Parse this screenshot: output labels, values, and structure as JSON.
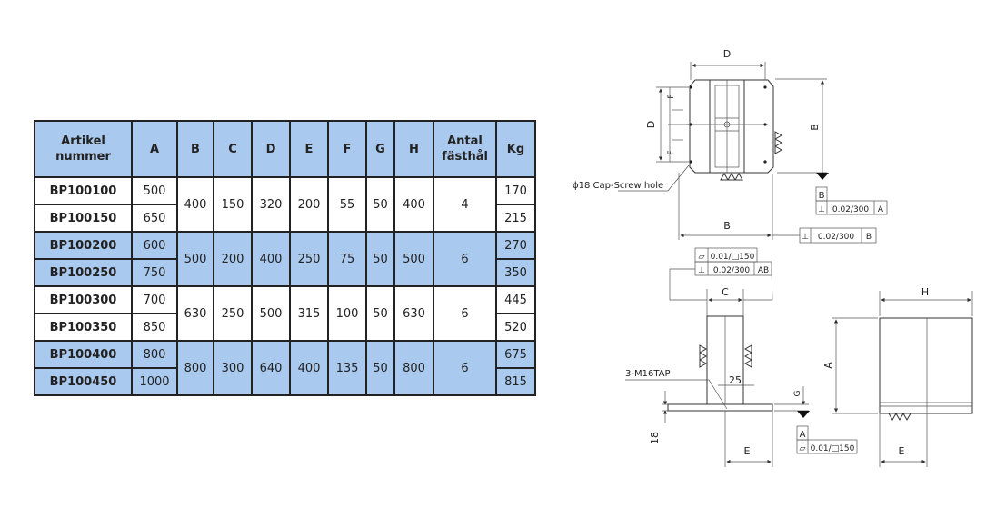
{
  "table": {
    "headers": [
      "Artikel nummer",
      "A",
      "B",
      "C",
      "D",
      "E",
      "F",
      "G",
      "H",
      "Antal fästhål",
      "Kg"
    ],
    "groups": [
      {
        "rows": [
          {
            "id": "BP100100",
            "A": "500",
            "Kg": "170"
          },
          {
            "id": "BP100150",
            "A": "650",
            "Kg": "215"
          }
        ],
        "B": "400",
        "C": "150",
        "D": "320",
        "E": "200",
        "F": "55",
        "G": "50",
        "H": "400",
        "holes": "4"
      },
      {
        "rows": [
          {
            "id": "BP100200",
            "A": "600",
            "Kg": "270"
          },
          {
            "id": "BP100250",
            "A": "750",
            "Kg": "350"
          }
        ],
        "B": "500",
        "C": "200",
        "D": "400",
        "E": "250",
        "F": "75",
        "G": "50",
        "H": "500",
        "holes": "6"
      },
      {
        "rows": [
          {
            "id": "BP100300",
            "A": "700",
            "Kg": "445"
          },
          {
            "id": "BP100350",
            "A": "850",
            "Kg": "520"
          }
        ],
        "B": "630",
        "C": "250",
        "D": "500",
        "E": "315",
        "F": "100",
        "G": "50",
        "H": "630",
        "holes": "6"
      },
      {
        "rows": [
          {
            "id": "BP100400",
            "A": "800",
            "Kg": "675"
          },
          {
            "id": "BP100450",
            "A": "1000",
            "Kg": "815"
          }
        ],
        "B": "800",
        "C": "300",
        "D": "640",
        "E": "400",
        "F": "135",
        "G": "50",
        "H": "800",
        "holes": "6"
      }
    ]
  },
  "drawing": {
    "top_D": "D",
    "top_B_right": "B",
    "left_D": "D",
    "left_F1": "F",
    "left_F2": "F",
    "cap_screw": "ϕ18 Cap-Screw hole",
    "datum_B": "B",
    "perp1_symbol": "⊥",
    "perp1_value": "0.02/300",
    "perp1_ref": "A",
    "bottom_B": "B",
    "perp2_symbol": "⊥",
    "perp2_value": "0.02/300",
    "perp2_ref": "B",
    "flat1_symbol": "▱",
    "flat1_value": "0.01/□150",
    "perp3_symbol": "⊥",
    "perp3_value": "0.02/300",
    "perp3_ref": "AB",
    "front_C": "C",
    "tap": "3-M16TAP",
    "dim_25": "25",
    "dim_G": "G",
    "dim_18": "18",
    "datum_A": "A",
    "flat2_symbol": "▱",
    "flat2_value": "0.01/□150",
    "front_E": "E",
    "side_H": "H",
    "side_A": "A",
    "side_E": "E"
  }
}
